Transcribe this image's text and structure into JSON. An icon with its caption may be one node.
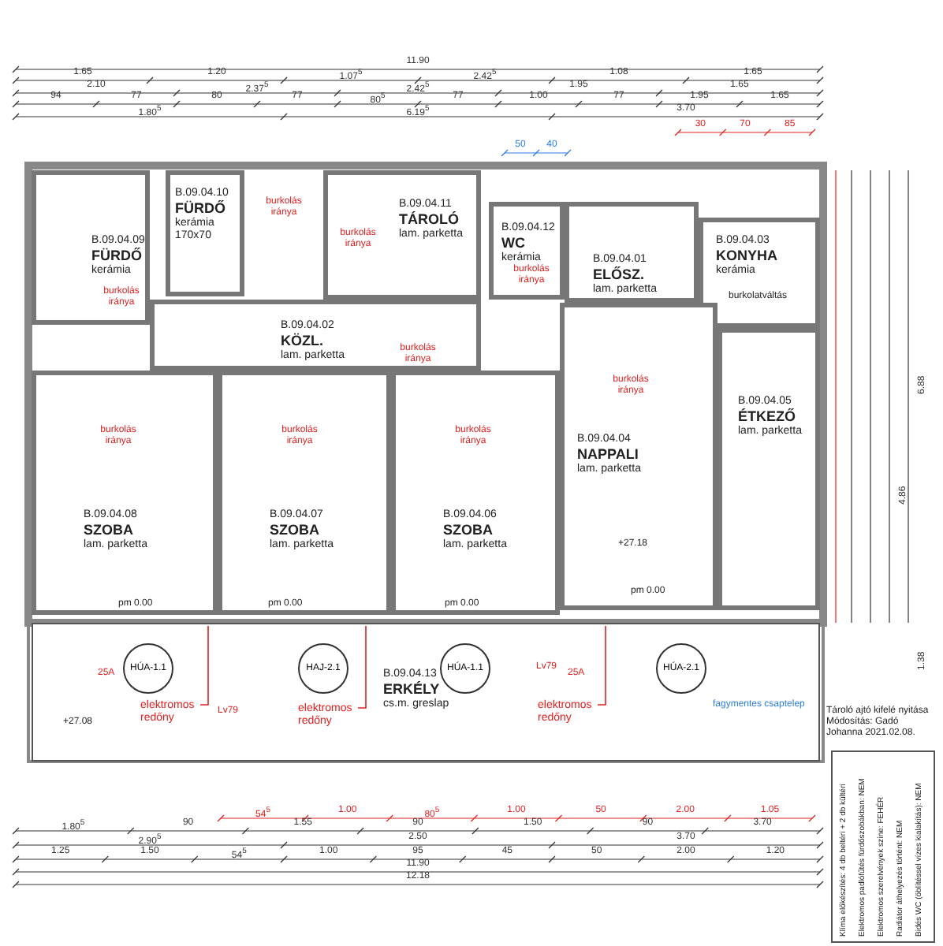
{
  "diagram": {
    "nodes": [
      {
        "text": [
          "B.09.04.09",
          "FÜRDŐ",
          "kerámia"
        ]
      },
      {
        "text": [
          "B.09.04.10",
          "FÜRDŐ",
          "kerámia",
          "170x70"
        ]
      },
      {
        "text": [
          "B.09.04.11",
          "TÁROLÓ",
          "lam. parketta"
        ]
      },
      {
        "text": [
          "B.09.04.12",
          "WC",
          "kerámia"
        ]
      },
      {
        "text": [
          "B.09.04.01",
          "ELŐSZ.",
          "lam. parketta"
        ]
      },
      {
        "text": [
          "B.09.04.03",
          "KONYHA",
          "kerámia"
        ]
      },
      {
        "text": [
          "B.09.04.02",
          "KÖZL.",
          "lam. parketta"
        ]
      },
      {
        "text": [
          "B.09.04.04",
          "NAPPALI",
          "lam. parketta"
        ]
      },
      {
        "text": [
          "B.09.04.05",
          "ÉTKEZŐ",
          "lam. parketta"
        ]
      },
      {
        "text": [
          "B.09.04.08",
          "SZOBA",
          "lam. parketta"
        ]
      },
      {
        "text": [
          "B.09.04.07",
          "SZOBA",
          "lam. parketta"
        ]
      },
      {
        "text": [
          "B.09.04.06",
          "SZOBA",
          "lam. parketta"
        ]
      },
      {
        "text": [
          "B.09.04.13",
          "ERKÉLY",
          "cs.m. greslap"
        ]
      },
      {
        "text": [
          "HÚA-1.1"
        ],
        "in": 12
      },
      {
        "text": [
          "HAJ-2.1"
        ],
        "in": 12
      },
      {
        "text": [
          "HÚA-1.1"
        ],
        "in": 12
      },
      {
        "text": [
          "HÚA-2.1"
        ],
        "in": 12
      },
      {
        "text": [
          "elektromos redőny"
        ],
        "in": 12
      },
      {
        "text": [
          "elektromos redőny"
        ],
        "in": 12
      },
      {
        "text": [
          "elektromos redőny"
        ],
        "in": 12
      }
    ],
    "edges": [
      {
        "from": 17,
        "to": null,
        "arrow": "none"
      },
      {
        "from": 18,
        "to": null,
        "arrow": "none"
      },
      {
        "from": 19,
        "to": null,
        "arrow": "none"
      }
    ],
    "labels": [
      "11.90",
      "1.65",
      "1.20",
      "1.07$^{5}$",
      "2.42$^{5}$",
      "1.08",
      "1.65",
      "2.10",
      "2.37$^{5}$",
      "2.42$^{5}$",
      "1.95",
      "1.65",
      "94",
      "77",
      "80",
      "77",
      "80$^{5}$",
      "77",
      "1.00",
      "77",
      "1.95",
      "1.65",
      "1.80$^{5}$",
      "6.19$^{5}$",
      "3.70",
      "30",
      "70",
      "85",
      "50",
      "40",
      "54$^{5}$",
      "1.00",
      "80$^{5}$",
      "1.00",
      "50",
      "2.00",
      "1.05",
      "1.80$^{5}$",
      "90",
      "1.55",
      "90",
      "1.50",
      "90",
      "3.70",
      "2.90$^{5}$",
      "2.50",
      "3.70",
      "1.25",
      "1.50",
      "54$^{5}$",
      "1.00",
      "95",
      "45",
      "50",
      "2.00",
      "1.20",
      "11.90",
      "12.18",
      "6.88",
      "4.86",
      "1.38",
      "pm 0.00",
      "pm 0.00",
      "pm 0.00",
      "pm 0.00",
      "+27.18",
      "+27.08",
      "Lv79",
      "Lv79",
      "25A",
      "25A",
      "fagymentes csaptelep",
      "burkolatváltás",
      "burkolás iránya",
      "burkolás iránya",
      "burkolás iránya",
      "burkolás iránya",
      "burkolás iránya",
      "burkolás iránya",
      "burkolás iránya",
      "burkolás iránya",
      "burkolás iránya",
      "Tároló ajtó kifelé nyitása Módosítás: Gadó Johanna 2021.02.08.",
      "Klíma előkészítés: 4 db beltéri + 2 db kültéri",
      "Elektromos padlófűtés fürdőszobákban: NEM",
      "Elektromos szerelvények színe: FEHÉR",
      "Radiátor áthelyezés történt: NEM",
      "Bidés WC (öblítéssel vízes kialakítás): NEM"
    ]
  }
}
